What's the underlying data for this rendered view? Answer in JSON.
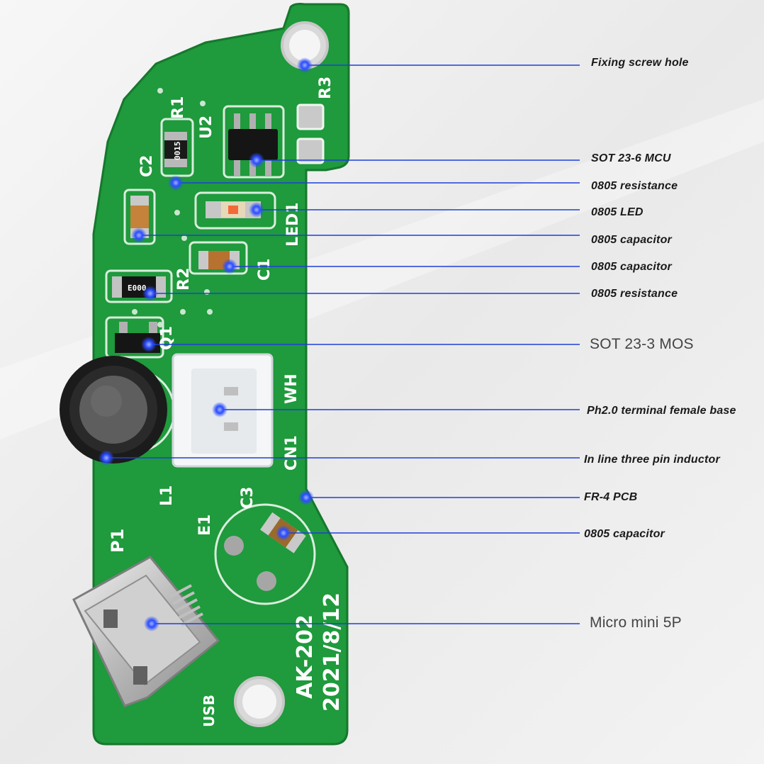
{
  "image": {
    "callout_color": "#1f3fd9",
    "pcb_color": "#1f9a3c",
    "silk_color": "#ffffff"
  },
  "silkscreen": {
    "r3": "R3",
    "r1": "R1",
    "u2": "U2",
    "c2": "C2",
    "led1": "LED1",
    "r2": "R2",
    "c1": "C1",
    "q1": "Q1",
    "wh": "WH",
    "cn1": "CN1",
    "l1": "L1",
    "c3": "C3",
    "e1": "E1",
    "p1": "P1",
    "usb": "USB",
    "board_id": "AK-202",
    "board_date": "2021/8/12",
    "r1_code": "0015",
    "r2_code": "E000"
  },
  "callouts": [
    {
      "label": "Fixing screw hole",
      "style": "bold-italic"
    },
    {
      "label": "SOT 23-6 MCU",
      "style": "bold-italic"
    },
    {
      "label": "0805 resistance",
      "style": "bold-italic"
    },
    {
      "label": "0805 LED",
      "style": "bold-italic"
    },
    {
      "label": "0805 capacitor",
      "style": "bold-italic"
    },
    {
      "label": "0805 capacitor",
      "style": "bold-italic"
    },
    {
      "label": "0805 resistance",
      "style": "bold-italic"
    },
    {
      "label": "SOT 23-3 MOS",
      "style": "plain"
    },
    {
      "label": "Ph2.0 terminal female base",
      "style": "bold-italic"
    },
    {
      "label": "In line three pin inductor",
      "style": "bold-italic"
    },
    {
      "label": "FR-4 PCB",
      "style": "bold-italic"
    },
    {
      "label": "0805 capacitor",
      "style": "bold-italic"
    },
    {
      "label": "Micro mini 5P",
      "style": "plain"
    }
  ]
}
